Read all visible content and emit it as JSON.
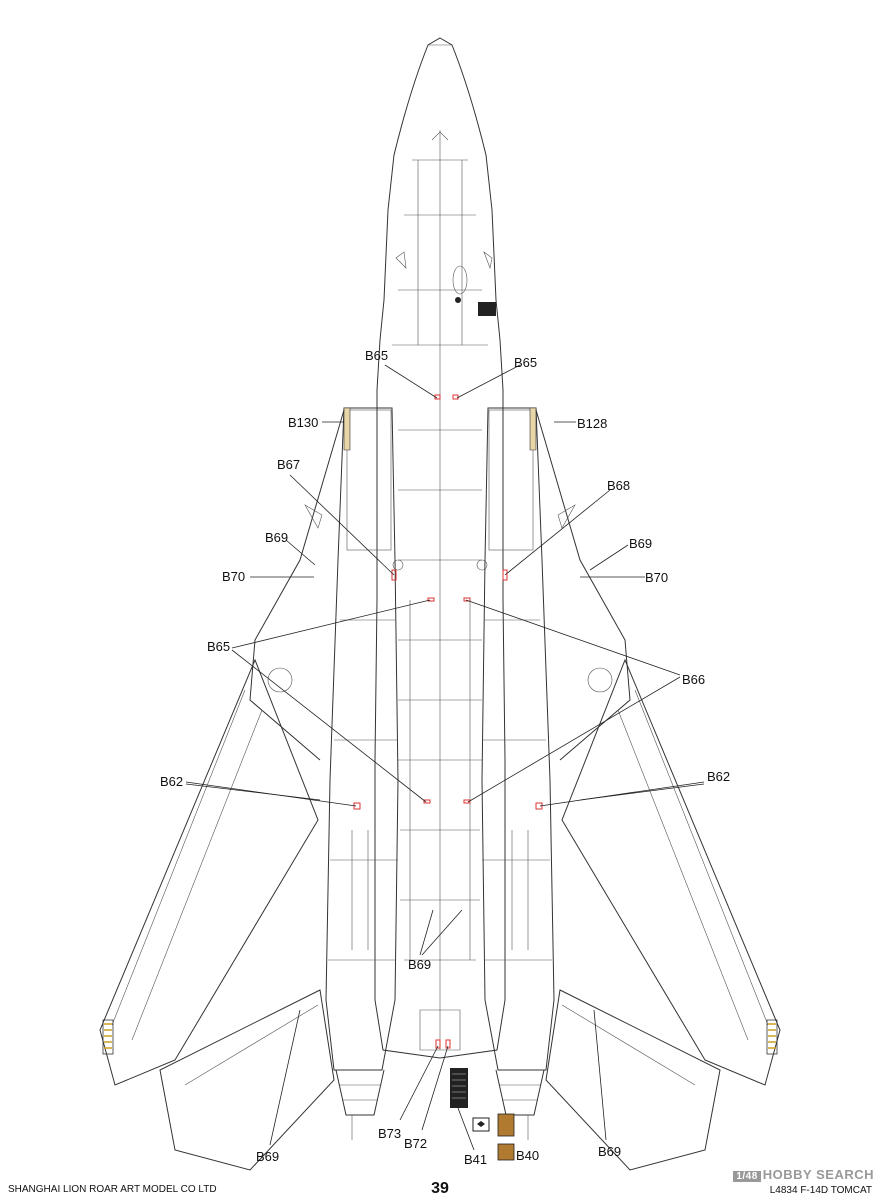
{
  "callouts": {
    "b65_top_left": "B65",
    "b65_top_right": "B65",
    "b130": "B130",
    "b128": "B128",
    "b67": "B67",
    "b68": "B68",
    "b69_left": "B69",
    "b69_right": "B69",
    "b70_left": "B70",
    "b70_right": "B70",
    "b65_mid": "B65",
    "b66": "B66",
    "b62_left": "B62",
    "b62_right": "B62",
    "b69_center": "B69",
    "b73": "B73",
    "b72": "B72",
    "b41": "B41",
    "b40": "B40",
    "b69_bottom_left": "B69",
    "b69_bottom_right": "B69"
  },
  "footer": {
    "company": "SHANGHAI LION ROAR ART MODEL CO LTD",
    "page_number": "39",
    "kit": "L4834 F-14D TOMCAT"
  },
  "watermark": {
    "box": "1/48",
    "text": "HOBBY SEARCH"
  },
  "colors": {
    "line": "#333333",
    "marker": "#dd3333",
    "panel_tan": "#e8d6a8"
  }
}
